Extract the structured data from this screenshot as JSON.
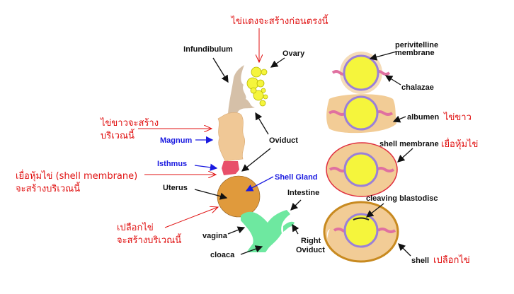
{
  "thai": {
    "yolk_here": "ไข่แดงจะสร้างก่อนตรงนี้",
    "albumen_line1": "ไข่ขาวจะสร้าง",
    "albumen_line2": "บริเวณนี้",
    "membrane_line1": "เยื่อหุ้มไข่ (shell membrane)",
    "membrane_line2": "จะสร้างบริเวณนี้",
    "shell_line1": "เปลือกไข่",
    "shell_line2": "จะสร้างบริเวณนี้",
    "albumen": "ไข่ขาว",
    "shell_membrane": "เยื่อหุ้มไข่",
    "shell": "เปลือกไข่"
  },
  "oviduct_labels": {
    "infundibulum": "Infundibulum",
    "ovary": "Ovary",
    "magnum": "Magnum",
    "isthmus": "Isthmus",
    "oviduct": "Oviduct",
    "shell_gland": "Shell Gland",
    "uterus": "Uterus",
    "intestine": "Intestine",
    "vagina": "vagina",
    "right_oviduct_1": "Right",
    "right_oviduct_2": "Oviduct",
    "cloaca": "cloaca"
  },
  "egg_labels": {
    "perivitelline_1": "perivitelline",
    "perivitelline_2": "membrane",
    "chalazae": "chalazae",
    "albumen": "albumen",
    "shell_membrane": "shell membrane",
    "cleaving_blastodisc": "cleaving blastodisc",
    "shell": "shell"
  },
  "colors": {
    "thai": "#e01010",
    "blue": "#1a1ae0",
    "yolk": "#f5f53c",
    "albumen": "#f2cc96",
    "uterus": "#e09a3c",
    "isthmus": "#e8506a",
    "vagina": "#6ee8a0"
  }
}
